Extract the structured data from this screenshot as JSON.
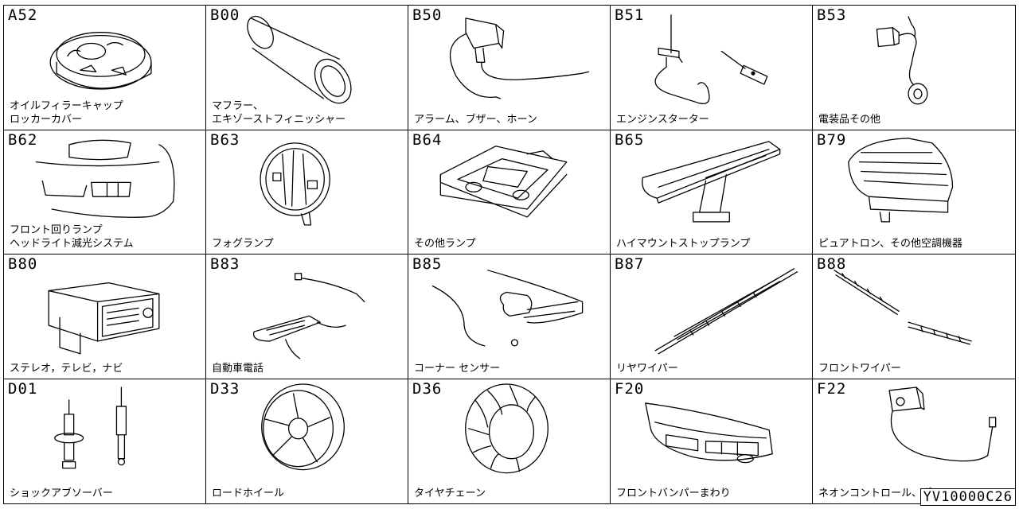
{
  "cells": [
    {
      "code": "A52",
      "lines": [
        "オイルフィラーキャップ",
        "ロッカーカバー"
      ]
    },
    {
      "code": "B00",
      "lines": [
        "マフラー、",
        "エキゾーストフィニッシャー"
      ]
    },
    {
      "code": "B50",
      "lines": [
        "アラーム、ブザー、ホーン"
      ]
    },
    {
      "code": "B51",
      "lines": [
        "エンジンスターター"
      ]
    },
    {
      "code": "B53",
      "lines": [
        "電装品その他"
      ]
    },
    {
      "code": "B62",
      "lines": [
        "フロント回りランプ",
        "ヘッドライト減光システム"
      ]
    },
    {
      "code": "B63",
      "lines": [
        "フォグランプ"
      ]
    },
    {
      "code": "B64",
      "lines": [
        "その他ランプ"
      ]
    },
    {
      "code": "B65",
      "lines": [
        "ハイマウントストップランプ"
      ]
    },
    {
      "code": "B79",
      "lines": [
        "ピュアトロン、その他空調機器"
      ]
    },
    {
      "code": "B80",
      "lines": [
        "ステレオ，テレビ，ナビ"
      ]
    },
    {
      "code": "B83",
      "lines": [
        "自動車電話"
      ]
    },
    {
      "code": "B85",
      "lines": [
        "コーナー センサー"
      ]
    },
    {
      "code": "B87",
      "lines": [
        "リヤワイパー"
      ]
    },
    {
      "code": "B88",
      "lines": [
        "フロントワイパー"
      ]
    },
    {
      "code": "D01",
      "lines": [
        "ショックアブソーバー"
      ]
    },
    {
      "code": "D33",
      "lines": [
        "ロードホイール"
      ]
    },
    {
      "code": "D36",
      "lines": [
        "タイヤチェーン"
      ]
    },
    {
      "code": "F20",
      "lines": [
        "フロントバンパーまわり"
      ]
    },
    {
      "code": "F22",
      "lines": [
        "ネオンコントロール、ポール"
      ]
    }
  ],
  "doc_id": "YV10000C26"
}
